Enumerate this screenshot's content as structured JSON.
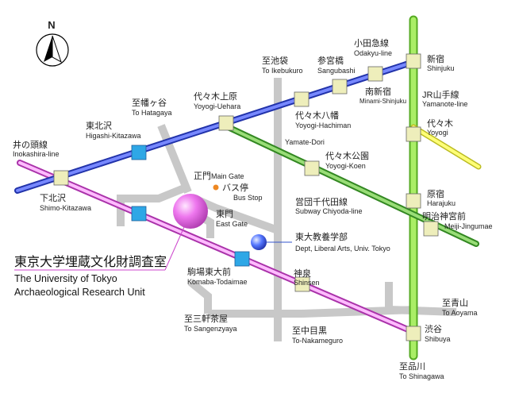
{
  "colors": {
    "inokashira_line": "#ee88ee",
    "odakyu_line": "#4455dd",
    "chiyoda_line": "#55bb44",
    "yamanote_line": "#88ee44",
    "keio_line_branch": "#eeee44",
    "roads": "#c8c8c8",
    "station_fill": "#eeeebb",
    "key_station_fill": "#2ea7e6",
    "bus_stop": "#ee8822"
  },
  "compass": {
    "label": "N"
  },
  "title": {
    "jp": "東京大学埋蔵文化財調査室",
    "en_line1": "The University of Tokyo",
    "en_line2": "Archaeological Research Unit"
  },
  "lines": {
    "inokashira": {
      "jp": "井の頭線",
      "en": "Inokashira-line"
    },
    "odakyu": {
      "jp": "小田急線",
      "en": "Odakyu-line"
    },
    "yamanote": {
      "jp": "JR山手線",
      "en": "Yamanote-line"
    },
    "chiyoda": {
      "jp": "営団千代田線",
      "en": "Subway Chiyoda-line"
    },
    "yamate_dori": {
      "en": "Yamate-Dori"
    }
  },
  "stations": {
    "shinjuku": {
      "jp": "新宿",
      "en": "Shinjuku"
    },
    "minami_shinjuku": {
      "jp": "南新宿",
      "en": "Minami-Shinjuku"
    },
    "sangubashi": {
      "jp": "参宮橋",
      "en": "Sangubashi"
    },
    "yoyogi_hachiman": {
      "jp": "代々木八幡",
      "en": "Yoyogi-Hachiman"
    },
    "yoyogi_uehara": {
      "jp": "代々木上原",
      "en": "Yoyogi-Uehara"
    },
    "higashi_kitazawa": {
      "jp": "東北沢",
      "en": "Higashi-Kitazawa"
    },
    "shimo_kitazawa": {
      "jp": "下北沢",
      "en": "Shimo-Kitazawa"
    },
    "yoyogi": {
      "jp": "代々木",
      "en": "Yoyogi"
    },
    "yoyogi_koen": {
      "jp": "代々木公園",
      "en": "Yoyogi-Koen"
    },
    "harajuku": {
      "jp": "原宿",
      "en": "Harajuku"
    },
    "meiji_jingumae": {
      "jp": "明治神宮前",
      "en": "Meiji-Jingumae"
    },
    "komaba_todaimae": {
      "jp": "駒場東大前",
      "en": "Komaba-Todaimae"
    },
    "shinsen": {
      "jp": "神泉",
      "en": "Shinsen"
    },
    "shibuya": {
      "jp": "渋谷",
      "en": "Shibuya"
    }
  },
  "directions": {
    "ikebukuro": {
      "jp": "至池袋",
      "en": "To Ikebukuro"
    },
    "hatagaya": {
      "jp": "至幡ヶ谷",
      "en": "To Hatagaya"
    },
    "sangenzyaya": {
      "jp": "至三軒茶屋",
      "en": "To Sangenzyaya"
    },
    "nakameguro": {
      "jp": "至中目黒",
      "en": "To-Nakameguro"
    },
    "aoyama": {
      "jp": "至青山",
      "en": "To Aoyama"
    },
    "shinagawa": {
      "jp": "至品川",
      "en": "To Shinagawa"
    }
  },
  "landmarks": {
    "main_gate": {
      "jp": "正門",
      "en": "Main Gate"
    },
    "bus_stop": {
      "jp": "バス停",
      "en": "Bus Stop"
    },
    "east_gate": {
      "jp": "東門",
      "en": "East Gate"
    },
    "liberal_arts": {
      "jp": "東大教養学部",
      "en": "Dept, Liberal Arts, Univ. Tokyo"
    }
  }
}
